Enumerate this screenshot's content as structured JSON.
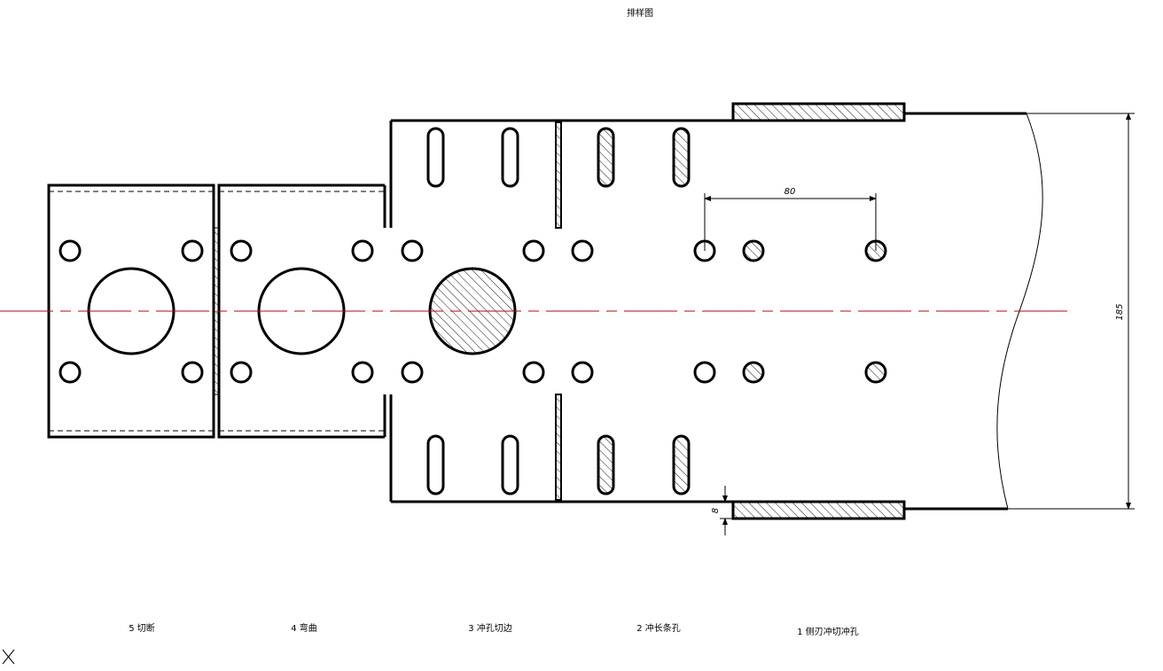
{
  "title": "排样图",
  "stations": [
    {
      "label": "5 切断"
    },
    {
      "label": "4 弯曲"
    },
    {
      "label": "3 冲孔切边"
    },
    {
      "label": "2 冲长条孔"
    },
    {
      "label": "1 侧刃冲切冲孔"
    }
  ],
  "dimensions": {
    "pitch": "80",
    "strip_width": "185",
    "side_cut": "8"
  },
  "colors": {
    "outline": "#000000",
    "centerline": "#cc0000"
  }
}
